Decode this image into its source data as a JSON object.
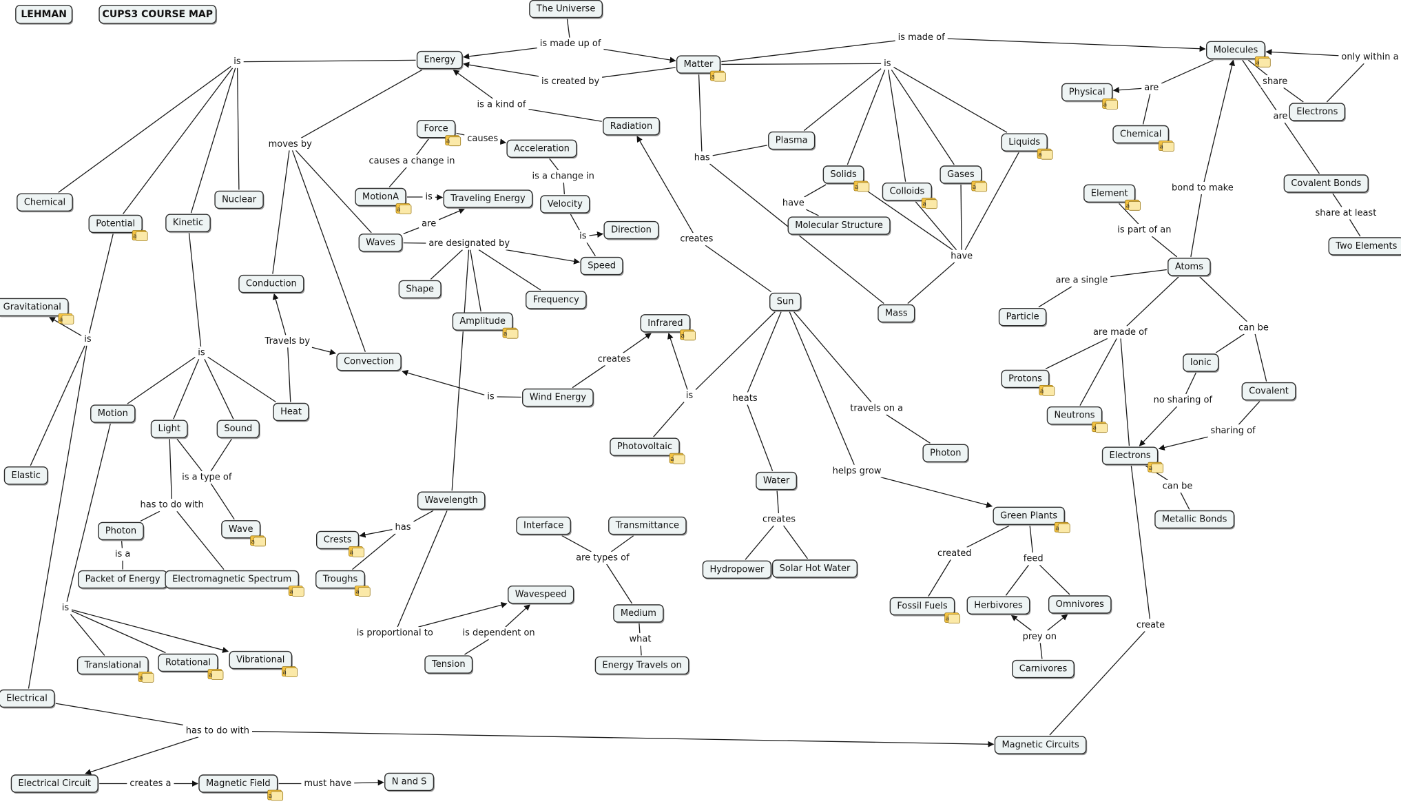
{
  "concepts": {
    "lehman": "LEHMAN",
    "cups3": "CUPS3 COURSE MAP",
    "universe": "The Universe",
    "energy": "Energy",
    "matter": "Matter",
    "molecules": "Molecules",
    "physical": "Physical",
    "chemical_mol": "Chemical",
    "electrons_top": "Electrons",
    "covalent_bonds": "Covalent Bonds",
    "two_elements": "Two Elements",
    "element": "Element",
    "atoms": "Atoms",
    "particle": "Particle",
    "protons": "Protons",
    "neutrons": "Neutrons",
    "ionic": "Ionic",
    "covalent": "Covalent",
    "electrons": "Electrons",
    "metallic_bonds": "Metallic Bonds",
    "radiation": "Radiation",
    "plasma": "Plasma",
    "solids": "Solids",
    "colloids": "Colloids",
    "gases": "Gases",
    "liquids": "Liquids",
    "molecular_structure": "Molecular Structure",
    "mass": "Mass",
    "sun": "Sun",
    "force": "Force",
    "acceleration": "Acceleration",
    "motiona": "MotionA",
    "traveling_energy": "Traveling Energy",
    "velocity": "Velocity",
    "direction": "Direction",
    "speed": "Speed",
    "waves": "Waves",
    "shape": "Shape",
    "frequency": "Frequency",
    "amplitude": "Amplitude",
    "conduction": "Conduction",
    "convection": "Convection",
    "heat": "Heat",
    "infrared": "Infrared",
    "wind_energy": "Wind Energy",
    "photovoltaic": "Photovoltaic",
    "water": "Water",
    "hydropower": "Hydropower",
    "solar_hot_water": "Solar Hot Water",
    "photon_sun": "Photon",
    "green_plants": "Green Plants",
    "fossil_fuels": "Fossil Fuels",
    "herbivores": "Herbivores",
    "omnivores": "Omnivores",
    "carnivores": "Carnivores",
    "chemical_e": "Chemical",
    "potential": "Potential",
    "kinetic": "Kinetic",
    "nuclear": "Nuclear",
    "gravitational": "Gravitational",
    "elastic": "Elastic",
    "motion": "Motion",
    "light": "Light",
    "sound": "Sound",
    "photon": "Photon",
    "wave": "Wave",
    "packet": "Packet of Energy",
    "em_spectrum": "Electromagnetic Spectrum",
    "translational": "Translational",
    "rotational": "Rotational",
    "vibrational": "Vibrational",
    "electrical": "Electrical",
    "electrical_circuit": "Electrical Circuit",
    "magnetic_field": "Magnetic Field",
    "n_and_s": "N and S",
    "magnetic_circuits": "Magnetic Circuits",
    "wavelength": "Wavelength",
    "crests": "Crests",
    "troughs": "Troughs",
    "interface": "Interface",
    "transmittance": "Transmittance",
    "wavespeed": "Wavespeed",
    "medium": "Medium",
    "energy_travels_on": "Energy Travels on",
    "tension": "Tension"
  },
  "links": {
    "made_up_of": "is made up of",
    "created_by": "is created by",
    "is_made_of": "is made of",
    "only_within_a": "only within a",
    "are_mol": "are",
    "share": "share",
    "are_cov": "are",
    "share_at_least": "share at least",
    "bond_to_make": "bond to make",
    "is_part_of_an": "is part of an",
    "are_a_single": "are a single",
    "are_made_of": "are made of",
    "can_be_atoms": "can be",
    "no_sharing_of": "no sharing of",
    "sharing_of": "sharing of",
    "can_be_el": "can be",
    "create": "create",
    "is_matter": "is",
    "has_matter": "has",
    "have_mol": "have",
    "have_mass": "have",
    "is_a_kind_of": "is a kind of",
    "creates_rad": "creates",
    "is_energy": "is",
    "moves_by": "moves by",
    "causes": "causes",
    "causes_a_change_in": "causes a change in",
    "is_motiona": "is",
    "is_a_change_in": "is a change in",
    "is_vel": "is",
    "are_waves": "are",
    "are_designated_by": "are designated by",
    "travels_by": "Travels by",
    "is_wind": "is",
    "creates_inf": "creates",
    "is_sun": "is",
    "heats": "heats",
    "travels_on_a": "travels on a",
    "helps_grow": "helps grow",
    "creates_water": "creates",
    "created": "created",
    "feed": "feed",
    "prey_on": "prey on",
    "is_pot": "is",
    "is_kin": "is",
    "is_a_type_of": "is a type of",
    "has_to_do_with_light": "has to do with",
    "is_a": "is a",
    "is_motion": "is",
    "has_to_do_with": "has to do with",
    "creates_a": "creates a",
    "must_have": "must have",
    "has_wl": "has",
    "is_proportional_to": "is proportional to",
    "is_dependent_on": "is dependent on",
    "are_types_of": "are types of",
    "what": "what"
  },
  "colors": {
    "concept_fill": "#eef4f4",
    "concept_border": "#2d2d2d",
    "line": "#1a1a1a",
    "resource_icon": "#f3c242"
  },
  "resource_icon_name": "linked-resources-icon"
}
